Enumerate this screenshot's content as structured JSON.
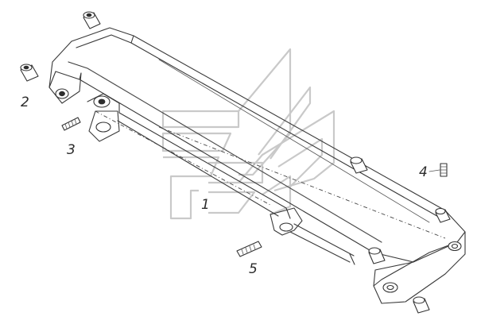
{
  "callouts": [
    {
      "id": "1",
      "text": "1"
    },
    {
      "id": "2",
      "text": "2"
    },
    {
      "id": "3",
      "text": "3"
    },
    {
      "id": "4",
      "text": "4"
    },
    {
      "id": "5",
      "text": "5"
    }
  ],
  "colors": {
    "line": "#3a3a3a",
    "watermark": "#c9c9c9",
    "background": "#ffffff"
  },
  "icons": [
    "kamaz-logo-watermark"
  ]
}
